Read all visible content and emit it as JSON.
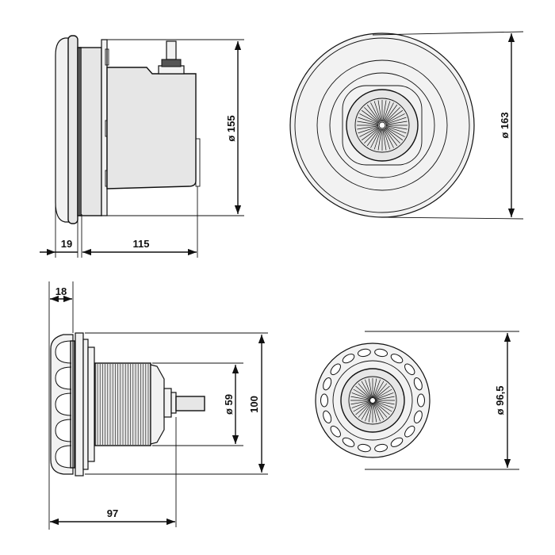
{
  "side_view_large": {
    "depth_front": "19",
    "depth_body": "115",
    "diameter": "ø 155"
  },
  "front_view_large": {
    "diameter": "ø 163"
  },
  "side_view_small": {
    "depth_front": "18",
    "depth_total": "97",
    "thread_diameter": "ø 59",
    "flange_height": "100"
  },
  "front_view_small": {
    "diameter": "ø 96,5"
  }
}
